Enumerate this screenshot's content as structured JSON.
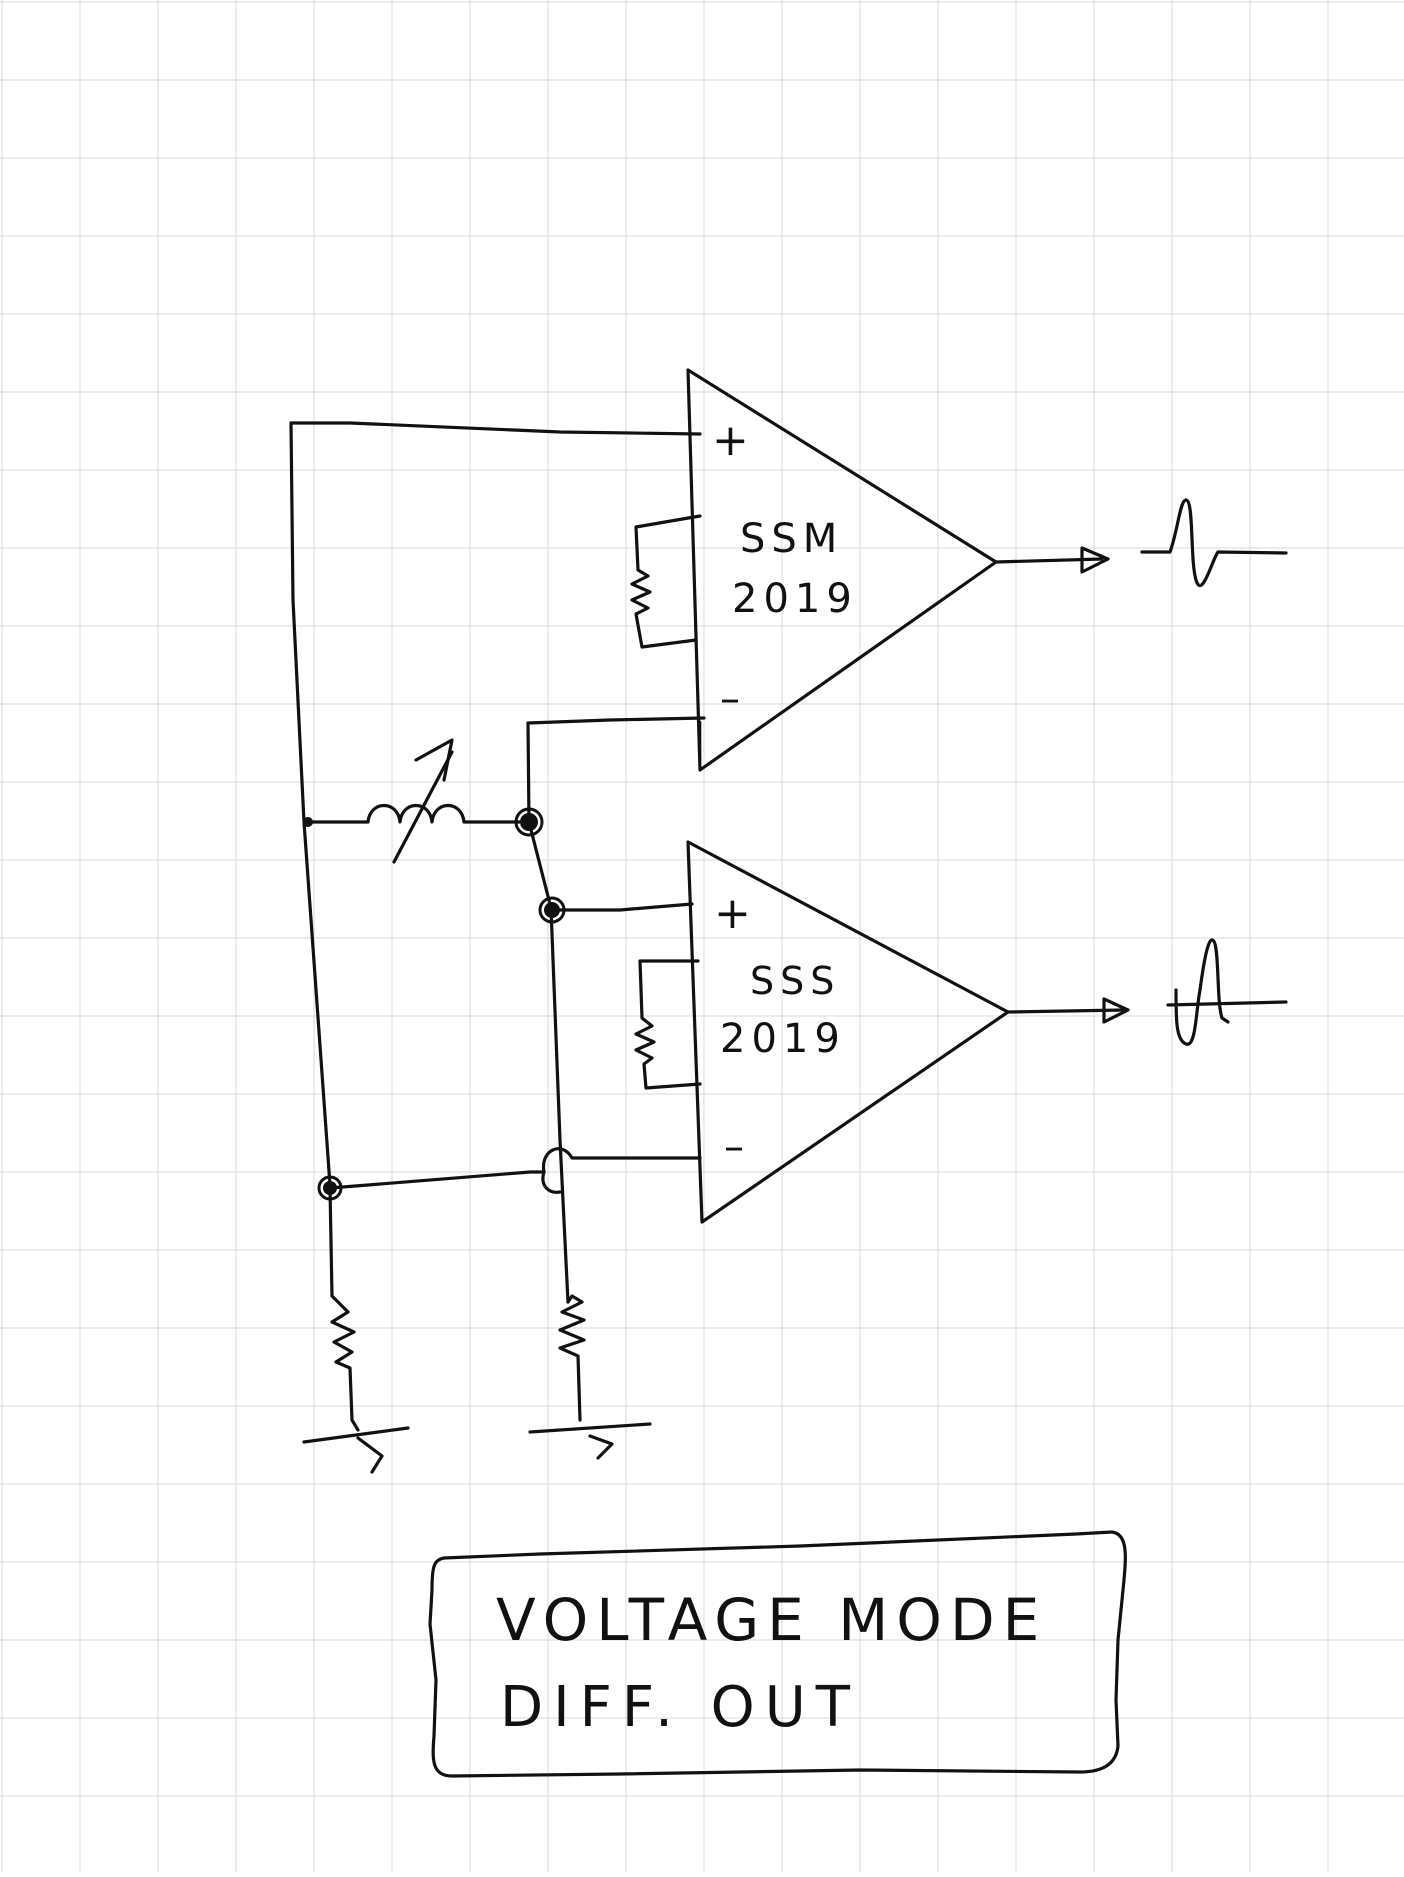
{
  "amp_top": {
    "name": "SSM",
    "part": "2019",
    "plus": "+",
    "minus": "–"
  },
  "amp_bottom": {
    "name": "SSS",
    "part": "2019",
    "plus": "+",
    "minus": "–"
  },
  "caption": {
    "line1": "VOLTAGE MODE",
    "line2": "DIFF. OUT"
  },
  "colors": {
    "ink": "#111111",
    "grid": "#d9d9d9",
    "paper": "#ffffff"
  }
}
